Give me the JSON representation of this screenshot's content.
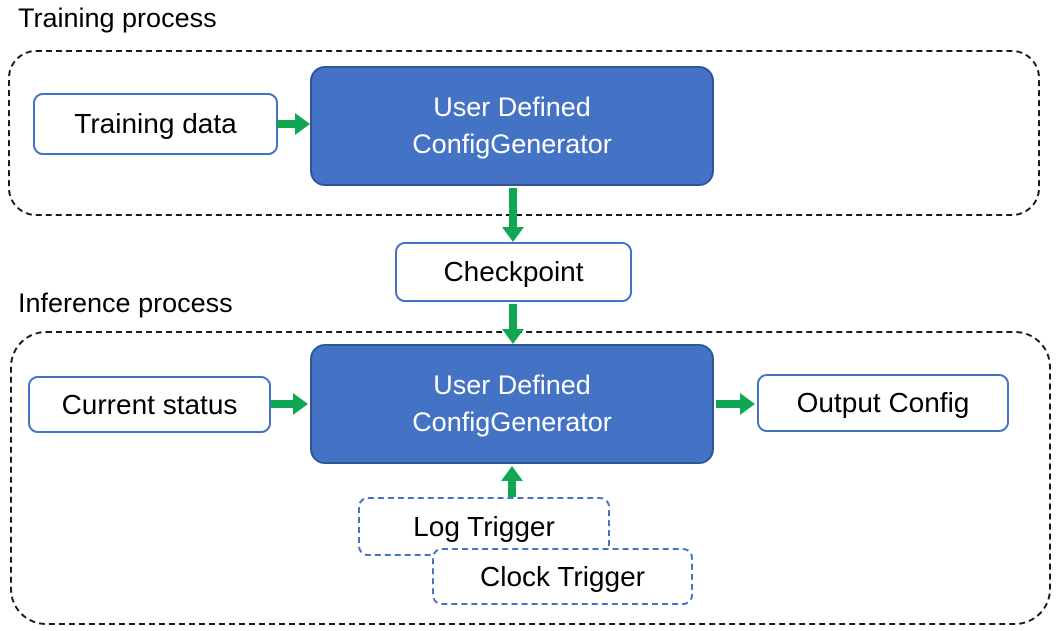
{
  "labels": {
    "training_section": "Training process",
    "inference_section": "Inference process"
  },
  "nodes": {
    "training_data": {
      "label": "Training data"
    },
    "generator_training": {
      "line1": "User Defined",
      "line2": "ConfigGenerator"
    },
    "checkpoint": {
      "label": "Checkpoint"
    },
    "current_status": {
      "label": "Current status"
    },
    "generator_inference": {
      "line1": "User Defined",
      "line2": "ConfigGenerator"
    },
    "output_config": {
      "label": "Output Config"
    },
    "log_trigger": {
      "label": "Log Trigger"
    },
    "clock_trigger": {
      "label": "Clock Trigger"
    }
  },
  "edges": [
    {
      "from": "Training data",
      "to": "User Defined ConfigGenerator (training)",
      "direction": "right"
    },
    {
      "from": "User Defined ConfigGenerator (training)",
      "to": "Checkpoint",
      "direction": "down"
    },
    {
      "from": "Checkpoint",
      "to": "User Defined ConfigGenerator (inference)",
      "direction": "down"
    },
    {
      "from": "Current status",
      "to": "User Defined ConfigGenerator (inference)",
      "direction": "right"
    },
    {
      "from": "User Defined ConfigGenerator (inference)",
      "to": "Output Config",
      "direction": "right"
    },
    {
      "from": "Log Trigger / Clock Trigger",
      "to": "User Defined ConfigGenerator (inference)",
      "direction": "up"
    }
  ],
  "colors": {
    "generator_fill": "#4472C4",
    "generator_border": "#2F5597",
    "io_box_border": "#4472C4",
    "trigger_dashed_border": "#4472C4",
    "arrow_green": "#10A652",
    "container_dash": "#1a1a1a",
    "text_dark": "#000000",
    "text_light": "#ffffff",
    "background": "#ffffff"
  }
}
